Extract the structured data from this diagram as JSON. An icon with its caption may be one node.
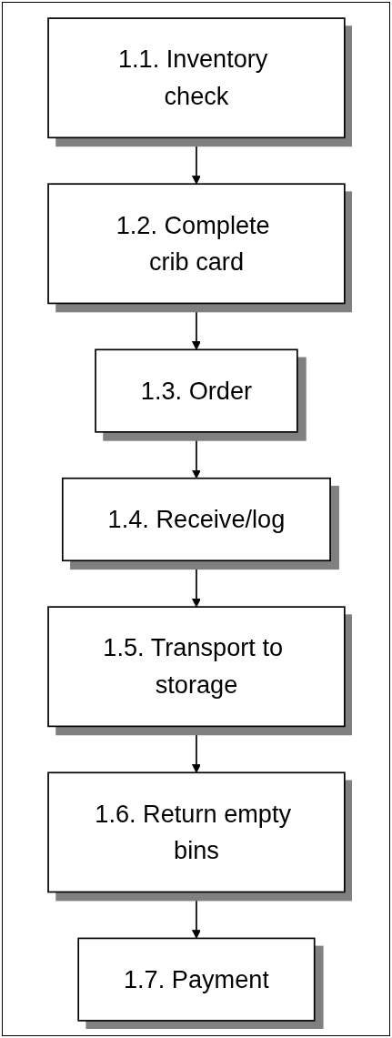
{
  "diagram": {
    "nodes": [
      {
        "text": [
          "1.1. Inventory check"
        ]
      },
      {
        "text": [
          "1.2. Complete crib card"
        ]
      },
      {
        "text": [
          "1.3. Order"
        ]
      },
      {
        "text": [
          "1.4. Receive/log"
        ]
      },
      {
        "text": [
          "1.5. Transport to storage"
        ]
      },
      {
        "text": [
          "1.6. Return empty bins"
        ]
      },
      {
        "text": [
          "1.7. Payment"
        ]
      }
    ],
    "edges": [
      {
        "from": 0,
        "to": 1,
        "arrow": "to"
      },
      {
        "from": 1,
        "to": 2,
        "arrow": "to"
      },
      {
        "from": 2,
        "to": 3,
        "arrow": "to"
      },
      {
        "from": 3,
        "to": 4,
        "arrow": "to"
      },
      {
        "from": 4,
        "to": 5,
        "arrow": "to"
      },
      {
        "from": 5,
        "to": 6,
        "arrow": "to"
      }
    ]
  }
}
